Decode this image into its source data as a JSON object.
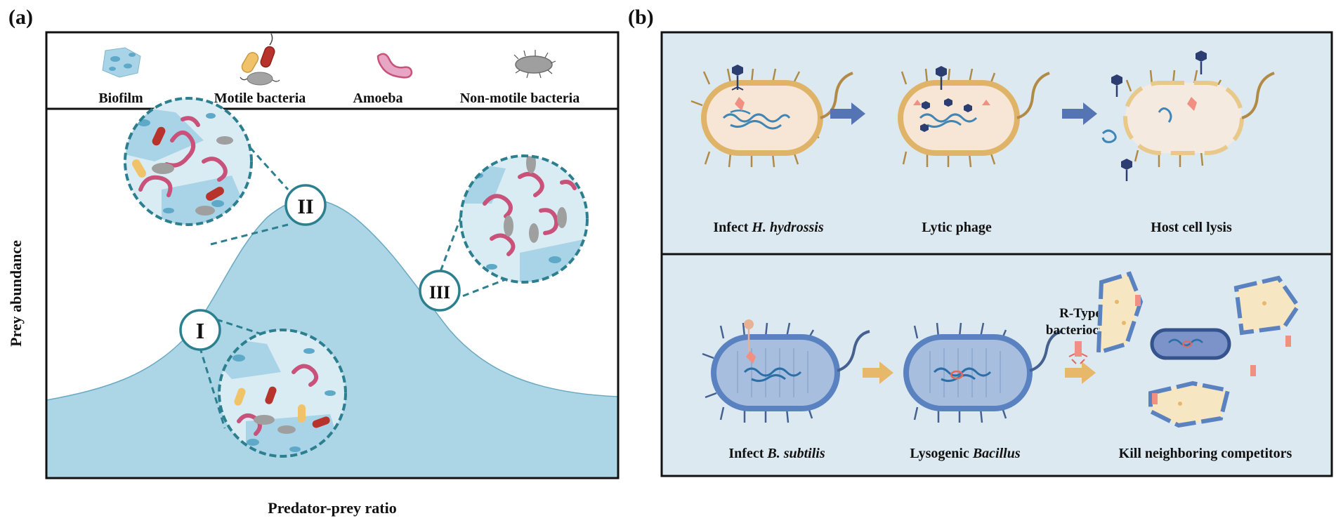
{
  "panel_a": {
    "label": "(a)",
    "legend": {
      "biofilm": "Biofilm",
      "motile": "Motile bacteria",
      "amoeba": "Amoeba",
      "non_motile": "Non-motile bacteria"
    },
    "y_axis_label": "Prey abundance",
    "x_axis_label": "Predator-prey ratio",
    "stages": [
      "I",
      "II",
      "III"
    ]
  },
  "panel_b": {
    "label": "(b)",
    "top_row": {
      "step1_prefix": "Infect ",
      "step1_italic": "H. hydrossis",
      "step2": "Lytic phage",
      "step3": "Host cell lysis"
    },
    "bottom_row": {
      "step1_prefix": "Infect ",
      "step1_italic": "B. subtilis",
      "step2_prefix": "Lysogenic ",
      "step2_italic": "Bacillus",
      "step3": "Kill neighboring competitors",
      "bacteriocin_line1": "R-Type",
      "bacteriocin_line2": "bacteriocins"
    }
  },
  "colors": {
    "curve_fill": "#acd6e6",
    "panel_bg": "#dde9f0",
    "dashed_line": "#2c7f8f",
    "orange_cell": "#e6ba6e",
    "blue_cell": "#5b82c0",
    "arrow_blue": "#5474b4",
    "arrow_orange": "#e8b86a",
    "amoeba": "#c8527a"
  }
}
